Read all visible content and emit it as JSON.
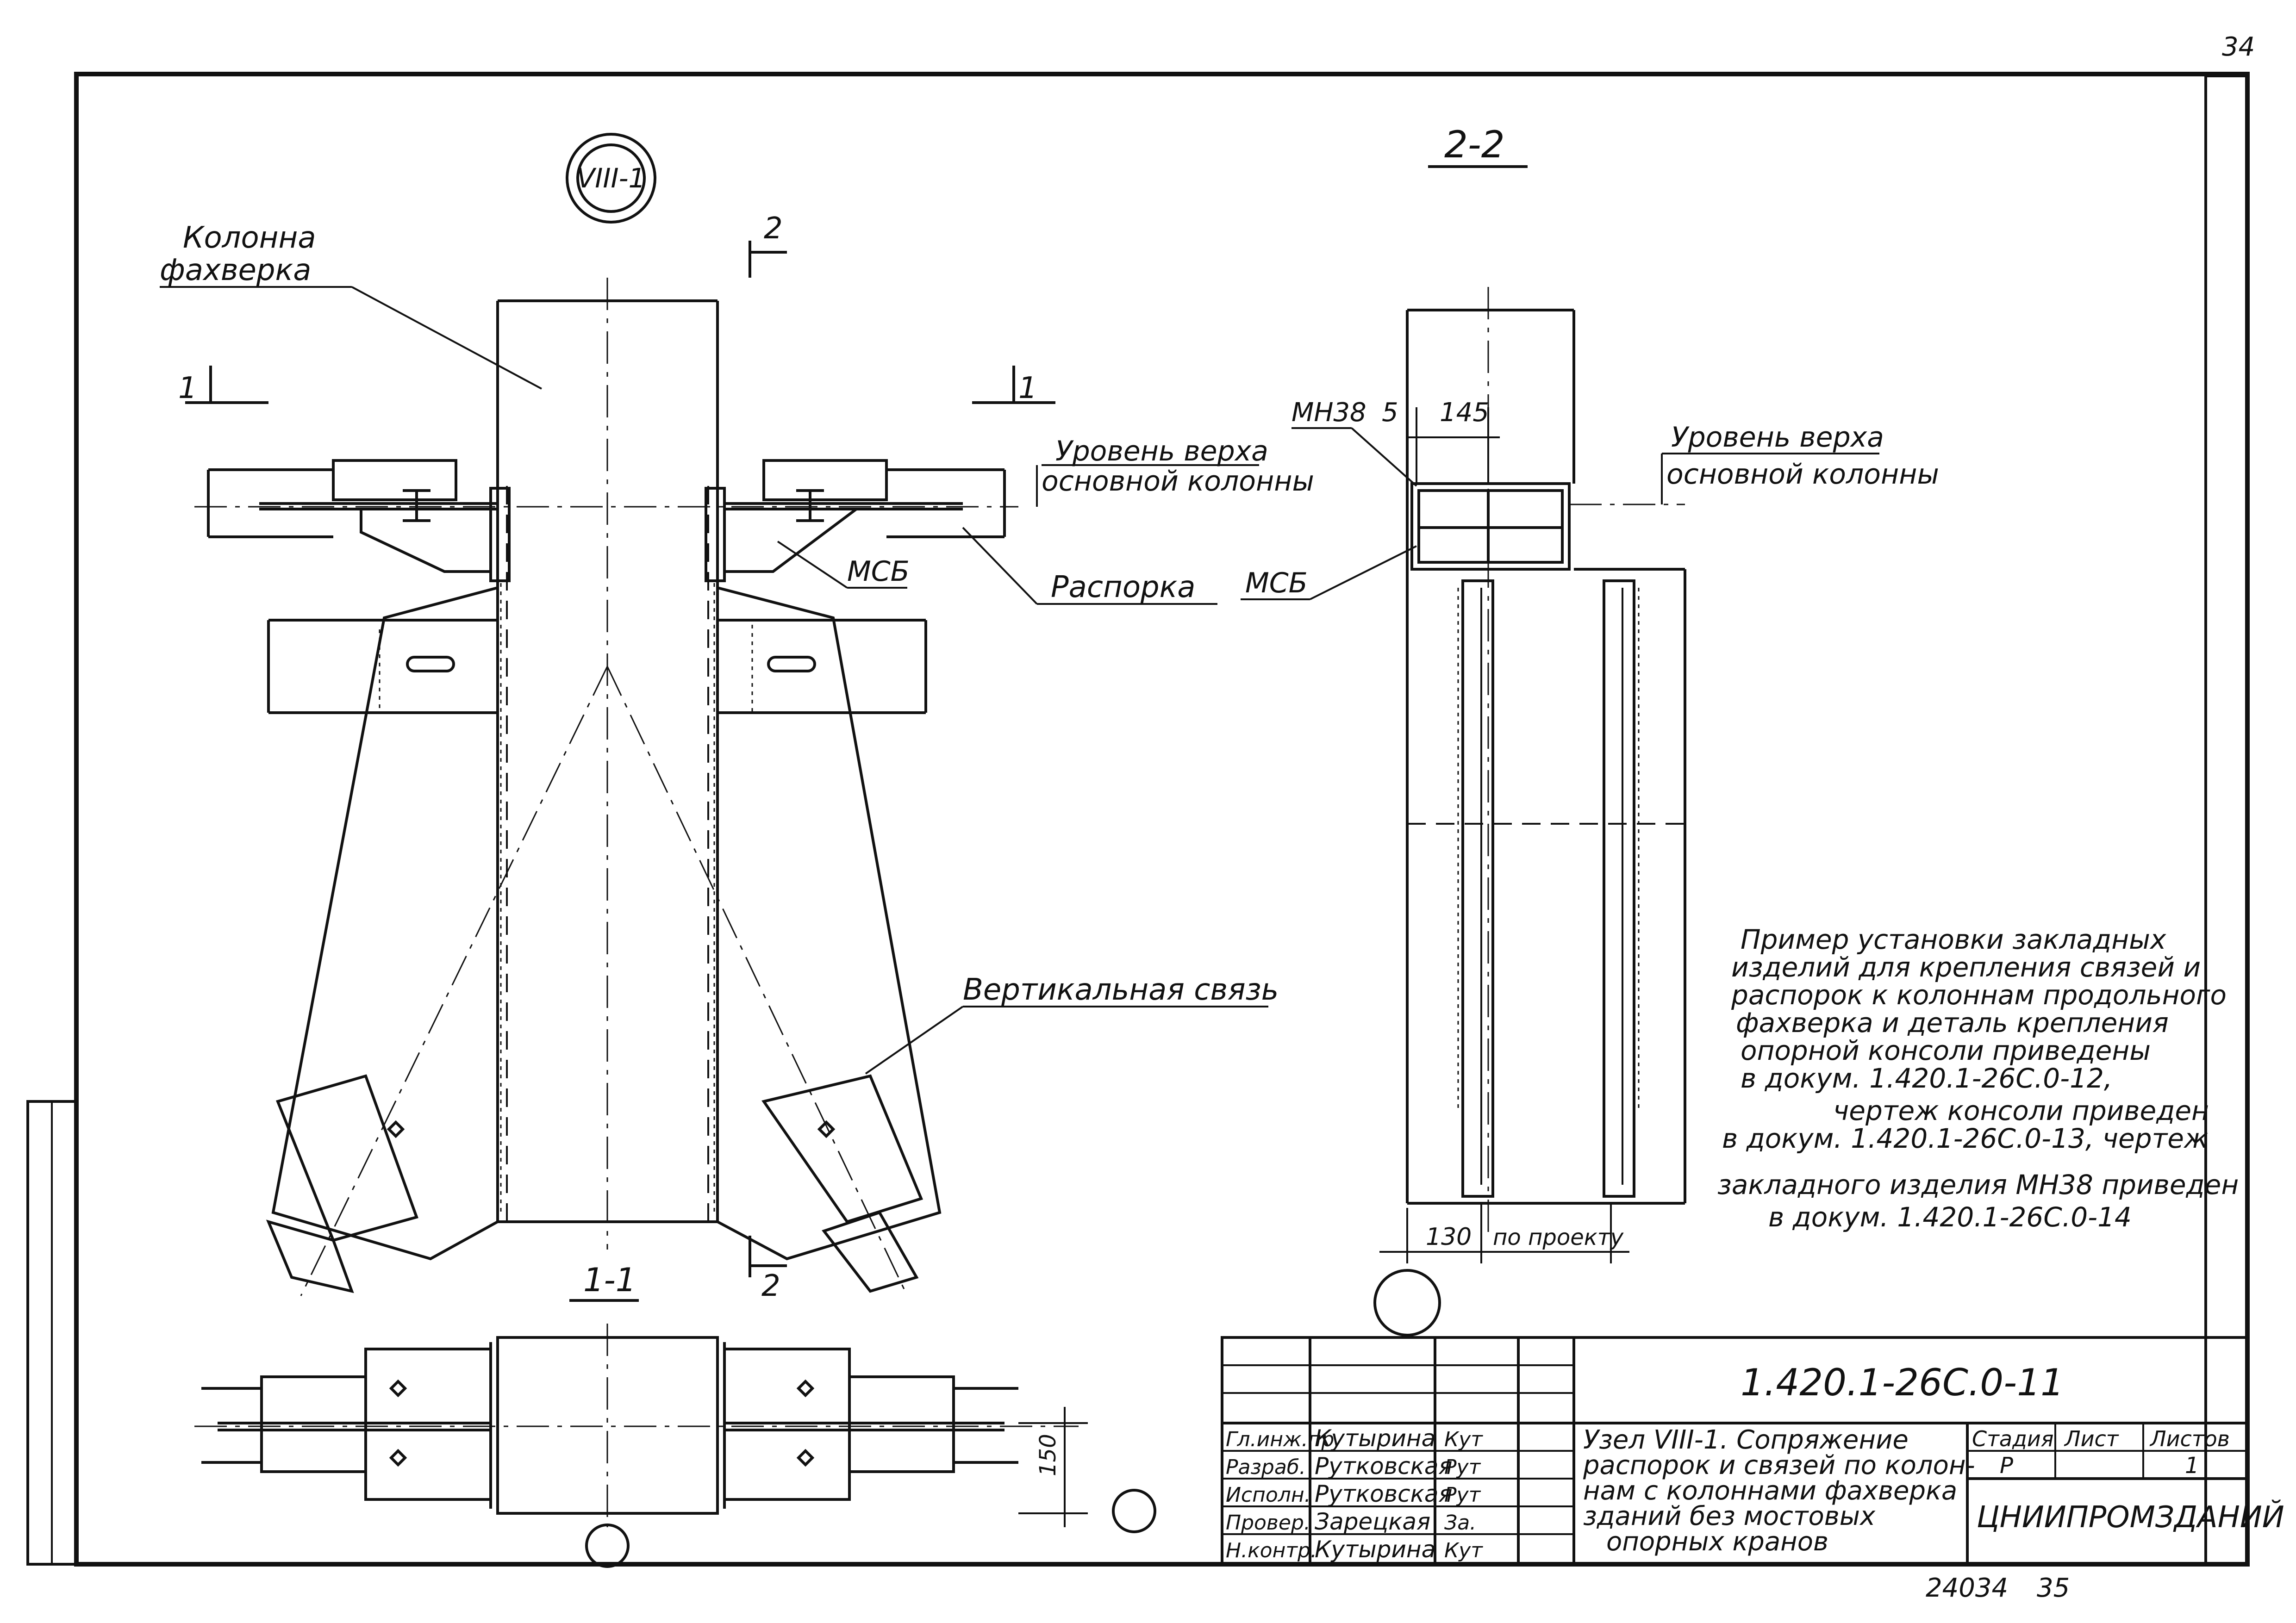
{
  "sheet_number_top": "34",
  "node_badge": "VIII-1",
  "section_main": "2-2",
  "section_plan": "1-1",
  "cut_label_1": "1",
  "cut_label_2": "2",
  "labels": {
    "column_line1": "Колонна",
    "column_line2": "фахверка",
    "level_line1": "Уровень верха",
    "level_line2": "основной колонны",
    "mcb": "МСБ",
    "strut": "Распорка",
    "vertical_brace": "Вертикальная связь",
    "mn38": "МН38"
  },
  "dimensions": {
    "d5": "5",
    "d145": "145",
    "d130": "130",
    "by_project": "по проекту",
    "d150": "150"
  },
  "note_lines": [
    "Пример установки закладных",
    "изделий для крепления связей и",
    "распорок к колоннам продольного",
    "фахверка и деталь крепления",
    "опорной консоли приведены",
    "в докум.  1.420.1-26С.0-12,",
    "чертеж консоли приведен",
    "в докум. 1.420.1-26С.0-13, чертеж",
    "закладного изделия МН38 приведен",
    "в докум.  1.420.1-26С.0-14"
  ],
  "title_block": {
    "doc_code": "1.420.1-26С.0-11",
    "title_lines": [
      "Узел VIII-1. Сопряжение",
      "распорок и связей по колон-",
      "нам с колоннами фахверка",
      "зданий без мостовых",
      "опорных кранов"
    ],
    "headers": {
      "stage": "Стадия",
      "sheet": "Лист",
      "sheets": "Листов"
    },
    "values": {
      "stage": "Р",
      "sheet": "",
      "sheets": "1"
    },
    "organization": "ЦНИИПРОМЗДАНИЙ",
    "signatures": [
      {
        "role": "Гл.инж.пр.",
        "name": "Кутырина",
        "sign": "Кут"
      },
      {
        "role": "Разраб.",
        "name": "Рутковская",
        "sign": "Рут"
      },
      {
        "role": "Исполн.",
        "name": "Рутковская",
        "sign": "Рут"
      },
      {
        "role": "Провер.",
        "name": "Зарецкая",
        "sign": "За."
      },
      {
        "role": "Н.контр.",
        "name": "Кутырина",
        "sign": "Кут"
      }
    ]
  },
  "bottom_inventory": "24034",
  "bottom_page": "35"
}
